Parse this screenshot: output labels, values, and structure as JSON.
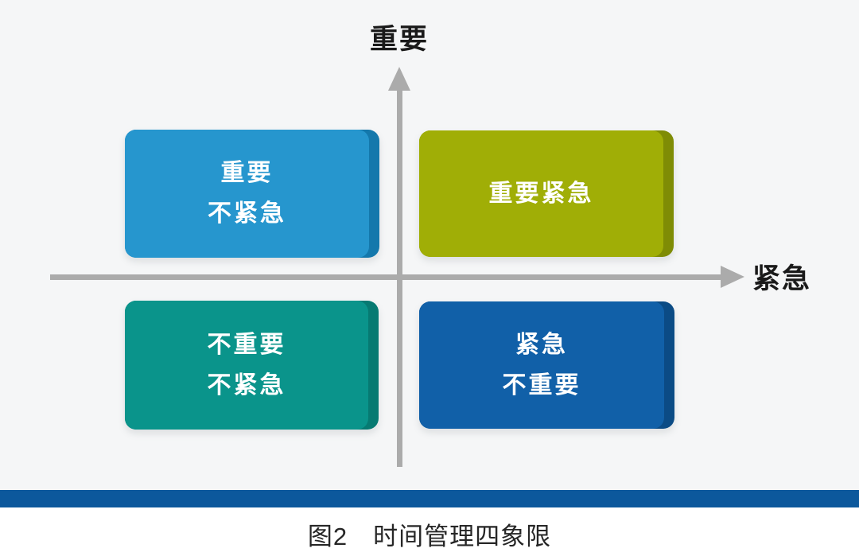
{
  "figure": {
    "caption": "图2　时间管理四象限",
    "background_color": "#F5F6F7",
    "divider_bar_color": "#0C589C",
    "axes": {
      "y_label": "重要",
      "x_label": "紧急",
      "axis_color": "#ABABAB"
    },
    "quadrants": [
      {
        "name": "important-not-urgent",
        "position": "top-left",
        "lines": [
          "重要",
          "不紧急"
        ],
        "color": "#2696CE",
        "edge_color": "#1478AC",
        "text_color": "#FFFFFF"
      },
      {
        "name": "important-urgent",
        "position": "top-right",
        "lines": [
          "重要紧急"
        ],
        "color": "#A0AE06",
        "edge_color": "#7F8C05",
        "text_color": "#FFFFFF"
      },
      {
        "name": "not-important-not-urgent",
        "position": "bottom-left",
        "lines": [
          "不重要",
          "不紧急"
        ],
        "color": "#0A948B",
        "edge_color": "#077A72",
        "text_color": "#FFFFFF"
      },
      {
        "name": "urgent-not-important",
        "position": "bottom-right",
        "lines": [
          "紧急",
          "不重要"
        ],
        "color": "#1160A8",
        "edge_color": "#0B4B85",
        "text_color": "#FFFFFF"
      }
    ]
  }
}
